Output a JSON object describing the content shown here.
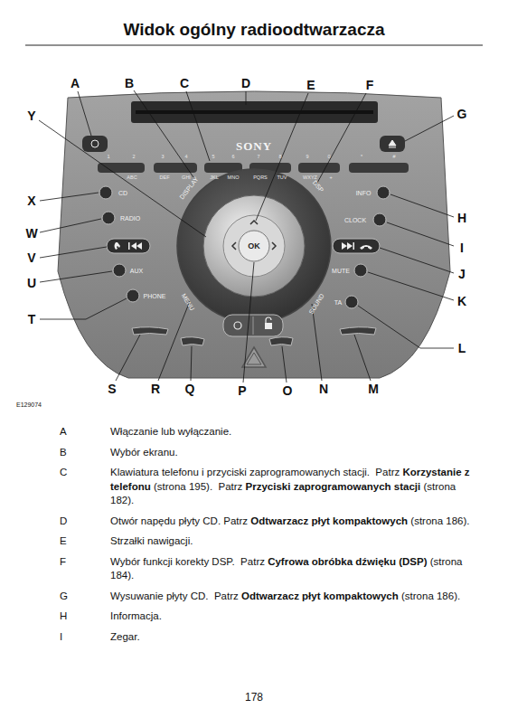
{
  "diagram": {
    "title": "Widok ogólny radioodtwarzacza",
    "labels": [
      "A",
      "B",
      "C",
      "D",
      "E",
      "F",
      "G",
      "Y",
      "X",
      "H",
      "W",
      "I",
      "V",
      "J",
      "U",
      "K",
      "T",
      "L",
      "S",
      "R",
      "Q",
      "P",
      "O",
      "N",
      "M",
      "SONY",
      "1",
      "2",
      "3",
      "4",
      "5",
      "6",
      "7",
      "8",
      "9",
      "0",
      "*",
      "#",
      "ABC",
      "DEF",
      "GHI",
      "JKL",
      "MNO",
      "PQRS",
      "TUV",
      "WXYZ",
      "+",
      "CD",
      "RADIO",
      "AUX",
      "PHONE",
      "DISPLAY",
      "MENU",
      "OK",
      "DSP",
      "SOUND",
      "INFO",
      "CLOCK",
      "MUTE",
      "TA",
      "E129074",
      "A",
      "Włączanie lub wyłączanie.",
      "B",
      "Wybór ekranu.",
      "C",
      "Klawiatura telefonu i przyciski zaprogramowanych stacji.  Patrz ",
      "Korzystanie z telefonu",
      " (strona 195).  Patrz ",
      "Przyciski zaprogramowanych stacji",
      " (strona 182).",
      "D",
      "Otwór napędu płyty CD. Patrz ",
      "Odtwarzacz płyt kompaktowych",
      " (strona 186).",
      "E",
      "Strzałki nawigacji.",
      "F",
      "Wybór funkcji korekty DSP.  Patrz ",
      "Cyfrowa obróbka dźwięku (DSP)",
      " (strona 184).",
      "G",
      "Wysuwanie płyty CD.  Patrz ",
      "Odtwarzacz płyt kompaktowych",
      " (strona 186).",
      "H",
      "Informacja.",
      "I",
      "Zegar.",
      "178"
    ]
  }
}
